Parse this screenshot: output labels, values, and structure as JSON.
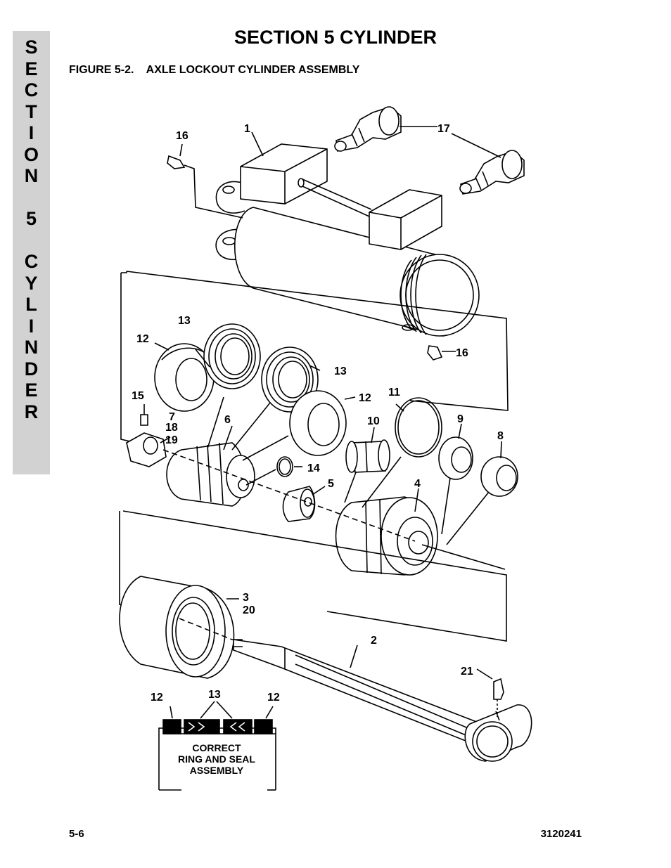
{
  "section_tab": {
    "letters": [
      "S",
      "E",
      "C",
      "T",
      "I",
      "O",
      "N",
      "",
      "5",
      "",
      "C",
      "Y",
      "L",
      "I",
      "N",
      "D",
      "E",
      "R"
    ]
  },
  "page_title": "SECTION 5  CYLINDER",
  "figure_caption": "FIGURE 5-2.    AXLE LOCKOUT CYLINDER ASSEMBLY",
  "callouts": {
    "c1": "1",
    "c17": "17",
    "c16a": "16",
    "c16b": "16",
    "c13a": "13",
    "c12a": "12",
    "c13b": "13",
    "c12b": "12",
    "c11": "11",
    "c15": "15",
    "c7": "7",
    "c18": "18",
    "c19": "19",
    "c6": "6",
    "c10": "10",
    "c9": "9",
    "c8": "8",
    "c14": "14",
    "c5": "5",
    "c4": "4",
    "c3": "3",
    "c20": "20",
    "c2": "2",
    "c21": "21"
  },
  "seal_inset": {
    "label_left": "12",
    "label_mid": "13",
    "label_right": "12",
    "line1": "CORRECT",
    "line2": "RING AND SEAL",
    "line3": "ASSEMBLY"
  },
  "footer": {
    "page_number": "5-6",
    "doc_number": "3120241"
  }
}
